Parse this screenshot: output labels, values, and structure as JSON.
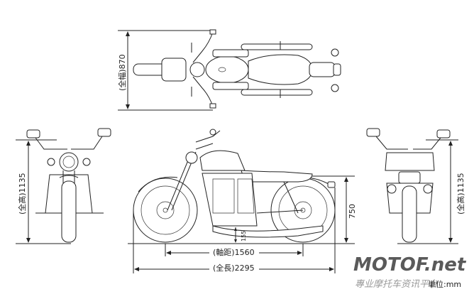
{
  "dimensions": {
    "overall_width": "(全幅)870",
    "overall_height_front": "(全高)1135",
    "overall_height_rear": "(全高)1135",
    "seat_height": "750",
    "ground_clearance": "155",
    "wheelbase": "(軸距)1560",
    "overall_length": "(全長)2295"
  },
  "unit_label": "単位:mm",
  "watermark": {
    "brand": "MOTOF.net",
    "tagline": "專业摩托车资讯平台"
  }
}
